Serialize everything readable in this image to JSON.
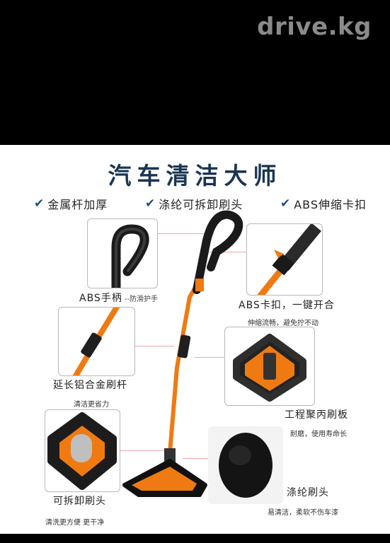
{
  "watermark": "drive.kg",
  "title": "汽车清洁大师",
  "features": [
    {
      "icon": "check-icon",
      "text": "金属杆加厚"
    },
    {
      "icon": "check-icon",
      "text": "涤纶可拆卸刷头"
    },
    {
      "icon": "check-icon",
      "text": "ABS伸缩卡扣"
    }
  ],
  "callouts": {
    "abs_handle": {
      "label": "ABS手柄",
      "note": "--防滑护手"
    },
    "abs_clip": {
      "label": "ABS卡扣，一键开合",
      "sub": "伸缩流畅，避免拧不动"
    },
    "pole": {
      "label": "延长铝合金刷杆",
      "sub": "清洁更省力"
    },
    "pp_plate": {
      "label": "工程聚丙刷板",
      "sub": "耐磨，使用寿命长"
    },
    "removable_head": {
      "label": "可拆卸刷头",
      "sub": "清洗更方便 更干净"
    },
    "polyester_head": {
      "label": "涤纶刷头",
      "sub": "易清洁，柔软不伤车漆"
    }
  },
  "colors": {
    "accent_orange": "#f07a12",
    "title_navy": "#1a3552",
    "check_blue": "#1e4f8a",
    "leader_pink": "#f2a7a7"
  }
}
